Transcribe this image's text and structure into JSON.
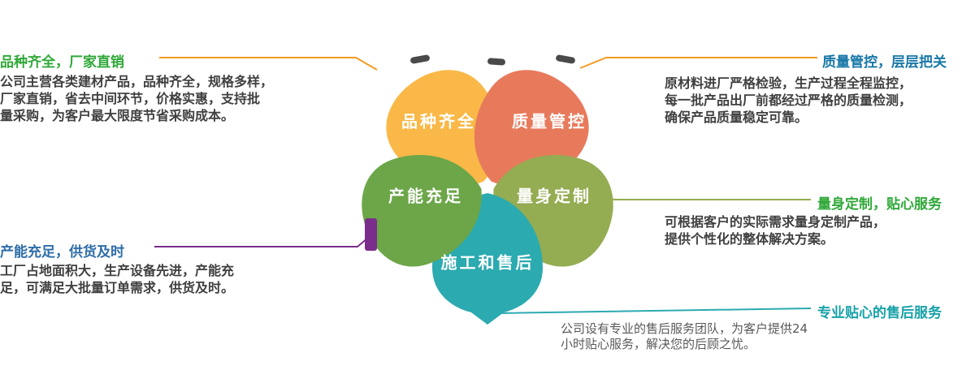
{
  "flower": {
    "petals": [
      {
        "id": "variety",
        "label": "品种齐全",
        "color": "#F9B847"
      },
      {
        "id": "quality",
        "label": "质量管控",
        "color": "#E87A5C"
      },
      {
        "id": "custom",
        "label": "量身定制",
        "color": "#94AC52"
      },
      {
        "id": "service",
        "label": "施工和售后",
        "color": "#2BAAB0"
      },
      {
        "id": "capacity",
        "label": "产能充足",
        "color": "#6CA649"
      }
    ],
    "notch_color": "#4a4a4a",
    "marker_color": "#7B2D8B"
  },
  "callouts": {
    "top_left": {
      "heading": "品种齐全，厂家直销",
      "heading_color": "#2FA838",
      "line_color": "#F59A23",
      "lines": [
        "公司主营各类建材产品，品种齐全，规格多样，",
        "厂家直销，省去中间环节，价格实惠，支持批",
        "量采购，为客户最大限度节省采购成本。"
      ]
    },
    "top_right": {
      "heading": "质量管控，层层把关",
      "heading_color": "#1878A8",
      "line_color": "#F59A23",
      "lines": [
        "原材料进厂严格检验，生产过程全程监控，",
        "每一批产品出厂前都经过严格的质量检测，",
        "确保产品质量稳定可靠。"
      ]
    },
    "right": {
      "heading": "量身定制，贴心服务",
      "heading_color": "#2FA838",
      "line_color": "#94AC52",
      "lines": [
        "可根据客户的实际需求量身定制产品，",
        "提供个性化的整体解决方案。"
      ]
    },
    "bottom_right": {
      "heading": "专业贴心的售后服务",
      "heading_color": "#17A2A8",
      "line_color": "#2BAAB0",
      "lines": [
        "公司设有专业的售后服务团队，为客户提供24",
        "小时贴心服务，解决您的后顾之忧。"
      ]
    },
    "left": {
      "heading": "产能充足，供货及时",
      "heading_color": "#2E6DA8",
      "line_color": "#7B2D8B",
      "lines": [
        "工厂占地面积大，生产设备先进，产能充",
        "足，可满足大批量订单需求，供货及时。"
      ]
    }
  }
}
